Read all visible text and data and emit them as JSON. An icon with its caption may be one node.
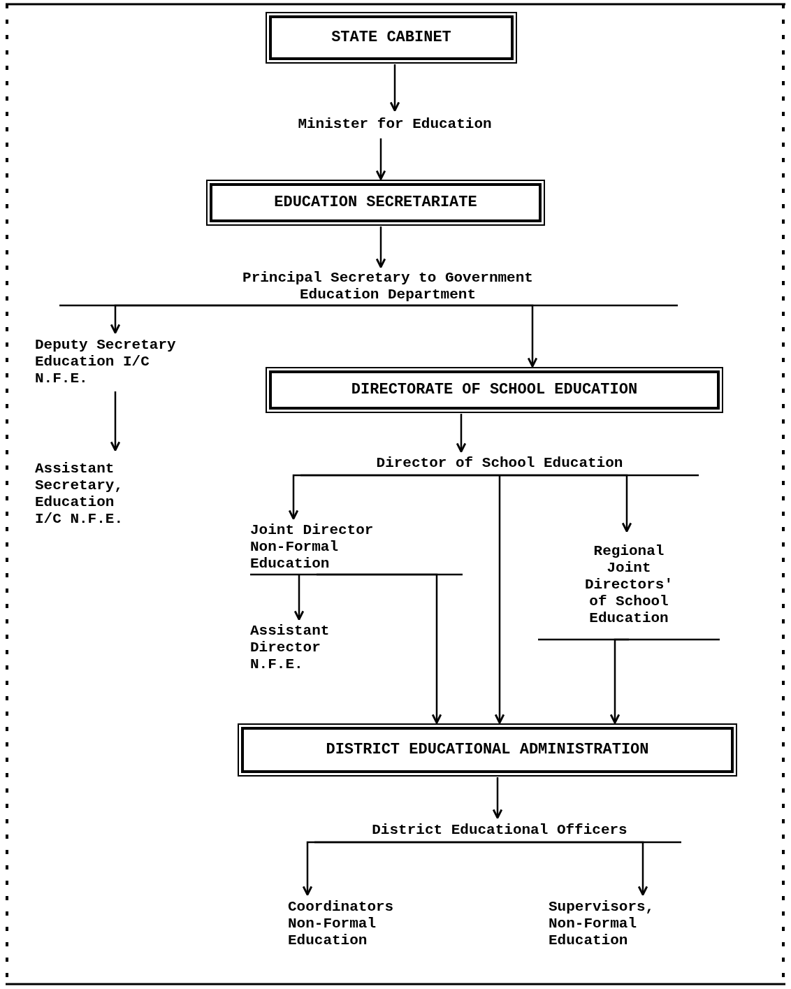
{
  "diagram": {
    "nodes": [
      {
        "text": [
          "STATE CABINET"
        ]
      },
      {
        "text": [
          "Minister for Education"
        ]
      },
      {
        "text": [
          "EDUCATION SECRETARIATE"
        ]
      },
      {
        "text": [
          "Principal Secretary to Government Education Department"
        ]
      },
      {
        "text": [
          "Deputy Secretary Education I/C N.F.E."
        ]
      },
      {
        "text": [
          "Assistant Secretary, Education I/C N.F.E."
        ]
      },
      {
        "text": [
          "DIRECTORATE OF SCHOOL EDUCATION"
        ]
      },
      {
        "text": [
          "Director of School Education"
        ]
      },
      {
        "text": [
          "Joint Director Non-Formal Education"
        ]
      },
      {
        "text": [
          "Assistant Director N.F.E."
        ]
      },
      {
        "text": [
          "Regional Joint Directors' of School Education"
        ]
      },
      {
        "text": [
          "DISTRICT EDUCATIONAL ADMINISTRATION"
        ]
      },
      {
        "text": [
          "District Educational Officers"
        ]
      },
      {
        "text": [
          "Coordinators Non-Formal Education"
        ]
      },
      {
        "text": [
          "Supervisors, Non-Formal Education"
        ]
      }
    ],
    "edges": [
      {
        "from": 0,
        "to": 1,
        "arrow": "to"
      },
      {
        "from": 1,
        "to": 2,
        "arrow": "to"
      },
      {
        "from": 2,
        "to": 3,
        "arrow": "to"
      },
      {
        "from": 3,
        "to": 4,
        "arrow": "to"
      },
      {
        "from": 3,
        "to": 6,
        "arrow": "to"
      },
      {
        "from": 4,
        "to": 5,
        "arrow": "to"
      },
      {
        "from": 6,
        "to": 7,
        "arrow": "to"
      },
      {
        "from": 7,
        "to": 8,
        "arrow": "to"
      },
      {
        "from": 7,
        "to": 11,
        "arrow": "to"
      },
      {
        "from": 7,
        "to": 10,
        "arrow": "to"
      },
      {
        "from": 8,
        "to": 9,
        "arrow": "to"
      },
      {
        "from": 8,
        "to": 11,
        "arrow": "to"
      },
      {
        "from": 10,
        "to": 11,
        "arrow": "to"
      },
      {
        "from": 11,
        "to": 12,
        "arrow": "to"
      },
      {
        "from": 12,
        "to": 13,
        "arrow": "to"
      },
      {
        "from": 12,
        "to": 14,
        "arrow": "to"
      }
    ]
  }
}
